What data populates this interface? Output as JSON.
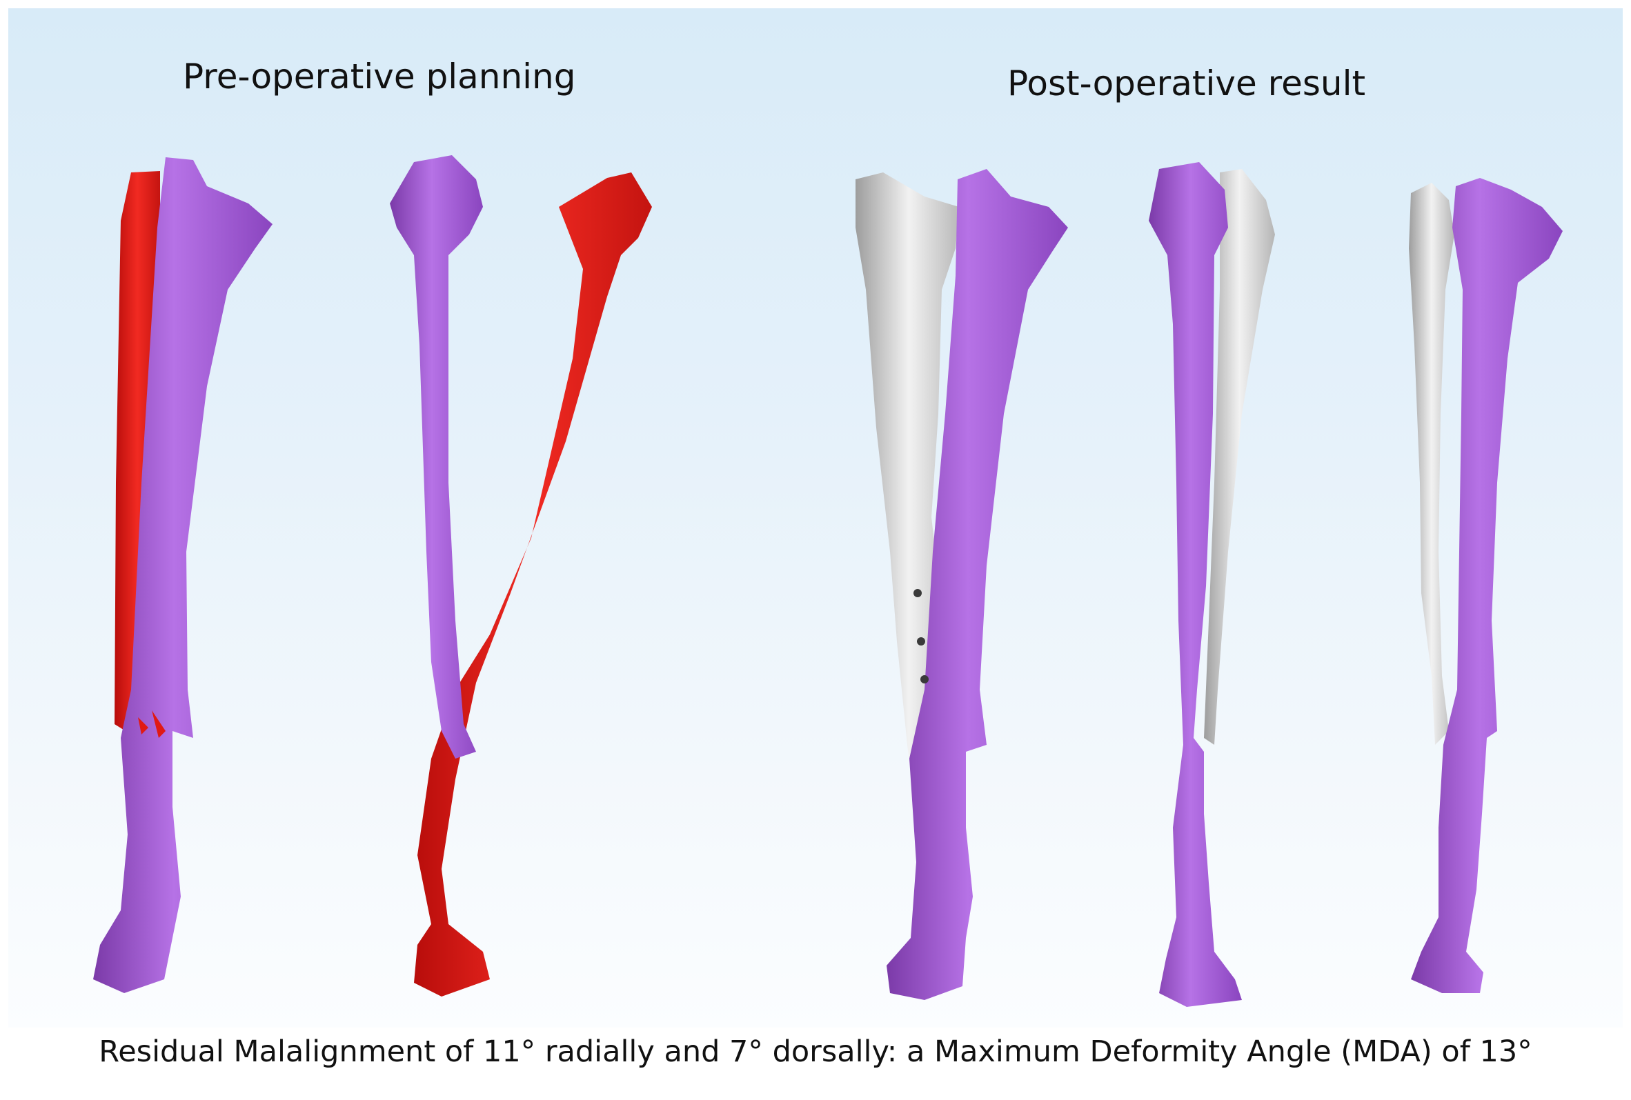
{
  "figure": {
    "left_heading": "Pre-operative planning",
    "right_heading": "Post-operative result",
    "caption": "Residual Malalignment of 11° radially and 7° dorsally: a Maximum Deformity Angle (MDA) of 13°"
  },
  "colors": {
    "planned_bone": "#a25ad6",
    "preop_bone": "#e01a14",
    "postop_bone": "#d6d6d6",
    "background_top": "#d8ebf8",
    "background_bottom": "#fbfdff"
  }
}
